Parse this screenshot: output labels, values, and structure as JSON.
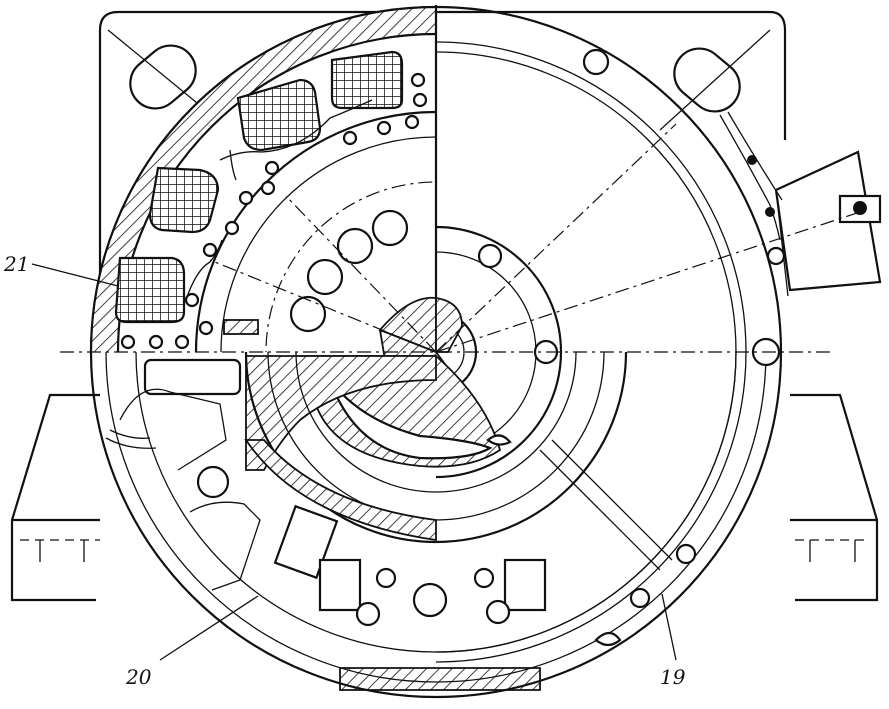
{
  "figure": {
    "callouts": [
      {
        "id": "callout-21",
        "text": "21"
      },
      {
        "id": "callout-20",
        "text": "20"
      },
      {
        "id": "callout-19",
        "text": "19"
      }
    ]
  }
}
